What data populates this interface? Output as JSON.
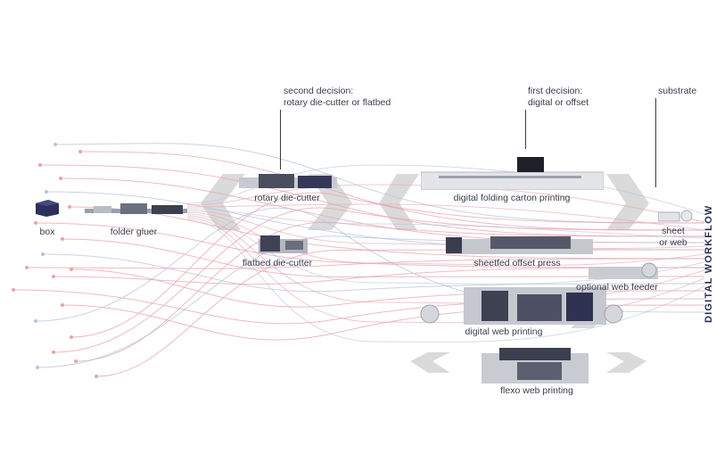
{
  "decisions": {
    "second": [
      "second decision:",
      "rotary die-cutter or flatbed"
    ],
    "first": [
      "first decision:",
      "digital or offset"
    ],
    "substrate": "substrate"
  },
  "labels": {
    "box": "box",
    "folder_gluer": "folder gluer",
    "rotary_die_cutter": "rotary die-cutter",
    "flatbed_die_cutter": "flatbed die-cutter",
    "digital_folding_carton_printing": "digital folding carton printing",
    "sheetfed_offset_press": "sheetfed offset press",
    "optional_web_feeder": "optional web feeder",
    "digital_web_printing": "digital web printing",
    "flexo_web_printing": "flexo web printing",
    "sheet_or_web": [
      "sheet",
      "or web"
    ]
  },
  "side_title": "DIGITAL WORKFLOW",
  "colors": {
    "flow_red": "#e8a3ad",
    "flow_blue": "#b7c3dc",
    "chevron_gray": "#d6d6d6",
    "accent_navy": "#2a2c55"
  }
}
